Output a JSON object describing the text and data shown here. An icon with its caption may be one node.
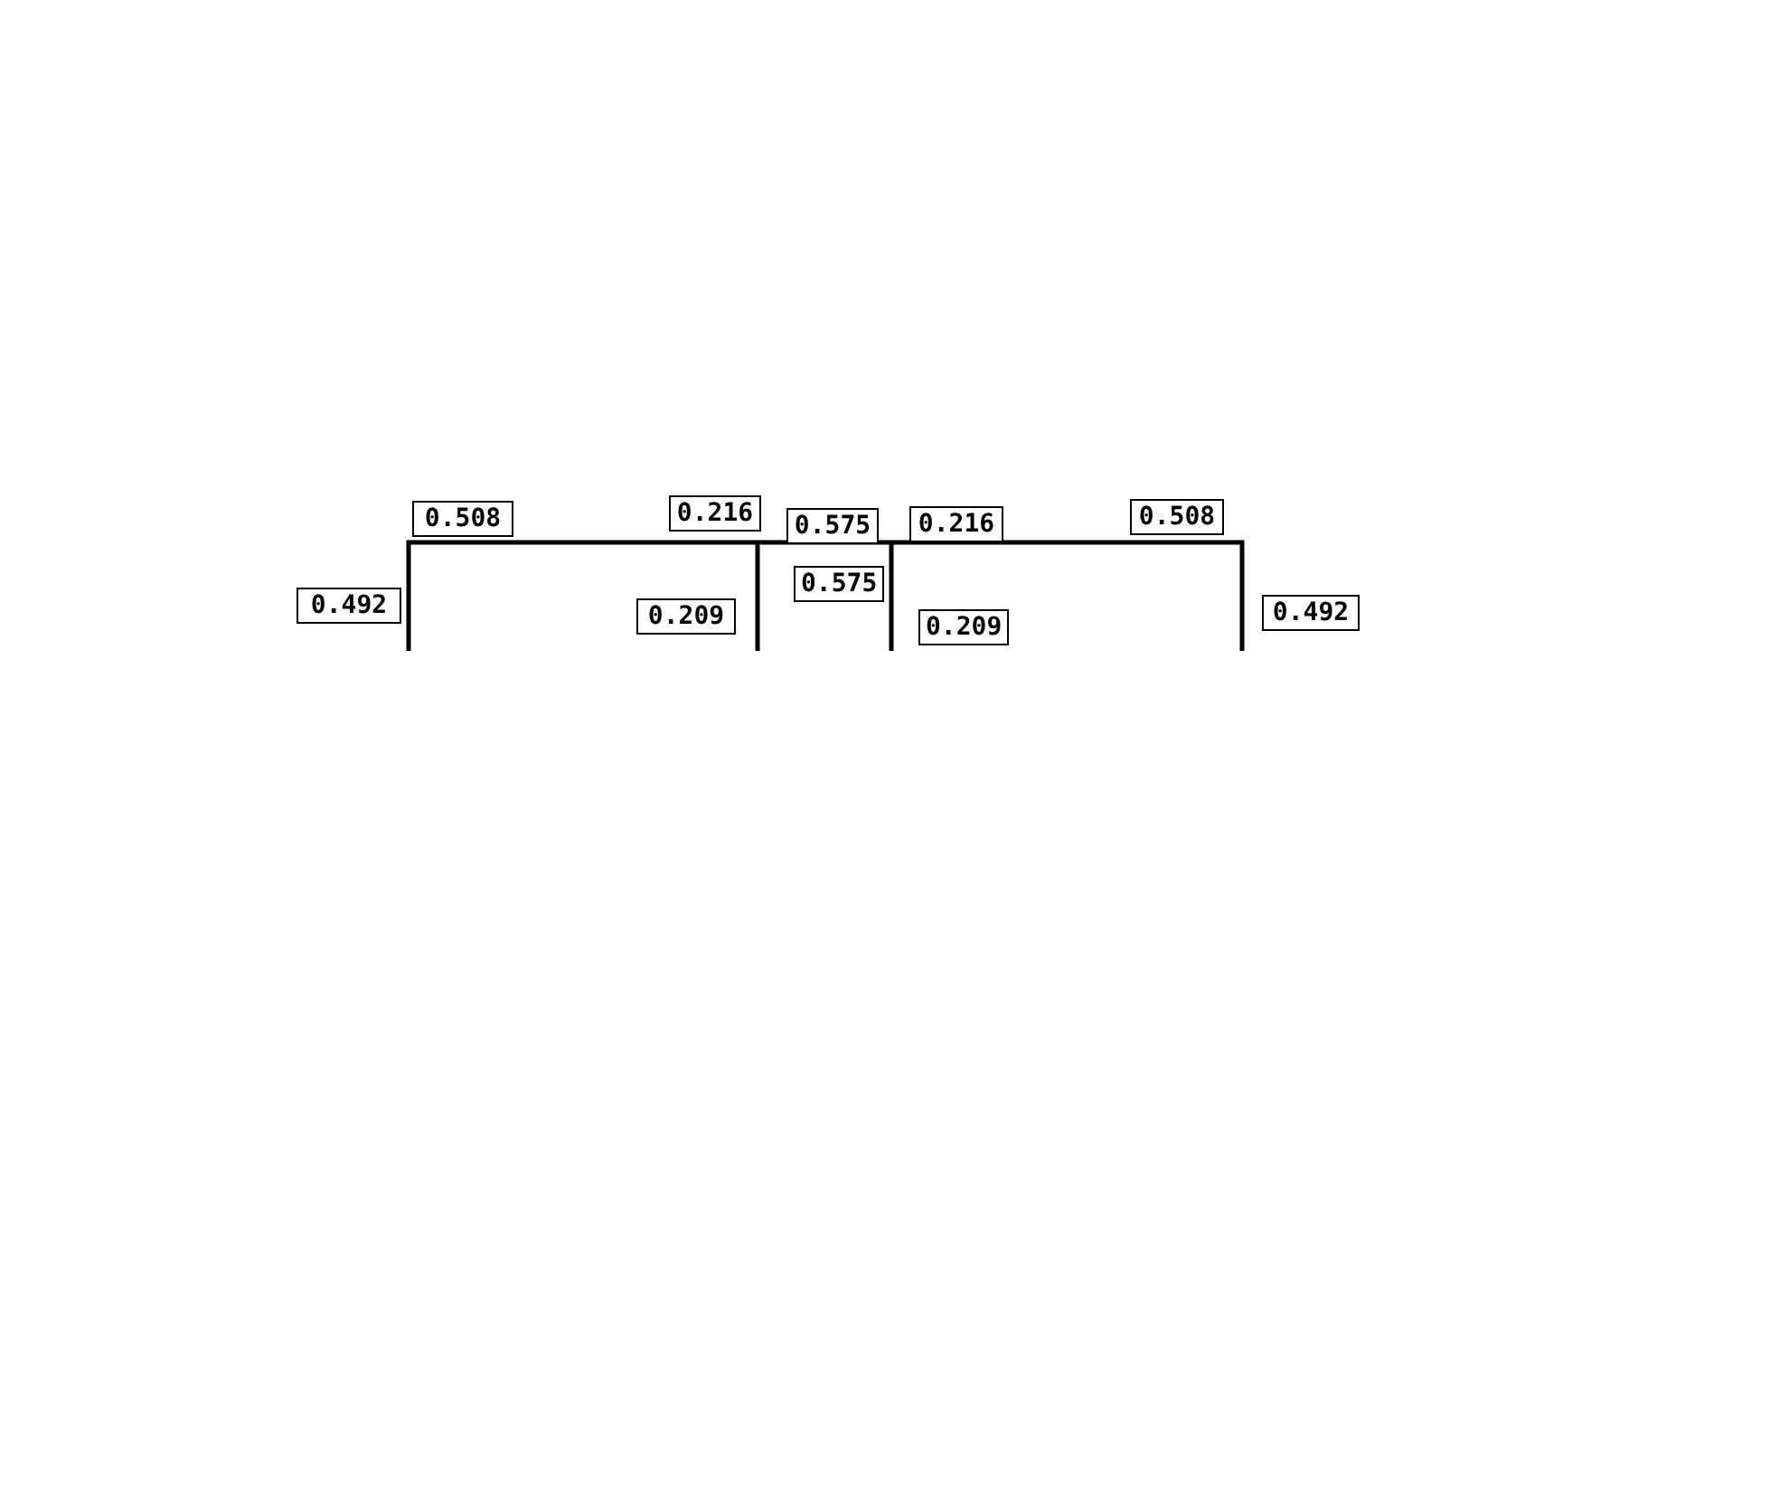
{
  "diagram": {
    "labels": [
      "0.508",
      "0.216",
      "0.575",
      "0.216",
      "0.508",
      "0.492",
      "0.209",
      "0.575",
      "0.209",
      "0.492"
    ]
  }
}
